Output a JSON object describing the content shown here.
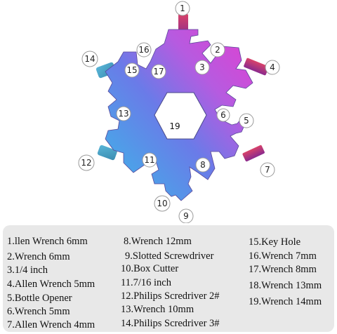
{
  "colors": {
    "tool_gradient": [
      "#3ab9e8",
      "#6a7be8",
      "#b65be0",
      "#e23fd0"
    ],
    "callout_border": "#9a9a9a",
    "legend_bg": "#e8e8e8"
  },
  "callouts": [
    "1",
    "2",
    "3",
    "4",
    "5",
    "6",
    "7",
    "8",
    "9",
    "10",
    "11",
    "12",
    "13",
    "14",
    "15",
    "16",
    "17",
    "19"
  ],
  "legend": {
    "col1": [
      "1.llen Wrench 6mm",
      "2.Wrench 6mm",
      "3.1/4 inch",
      "4.Allen Wrench 5mm",
      "5.Bottle Opener",
      "6.Wrench 5mm",
      "7.Allen Wrench 4mm"
    ],
    "col2": [
      "8.Wrench 12mm",
      "9.Slotted Screwdriver",
      "10.Box Cutter",
      "11.7/16 inch",
      "12.Philips Scredriver 2#",
      "13.Wrench 10mm",
      "14.Philips Scredriver 3#"
    ],
    "col3": [
      "15.Key Hole",
      "16.Wrench 7mm",
      "17.Wrench 8mm",
      "18.Wrench 13mm",
      "19.Wrench 14mm"
    ]
  }
}
